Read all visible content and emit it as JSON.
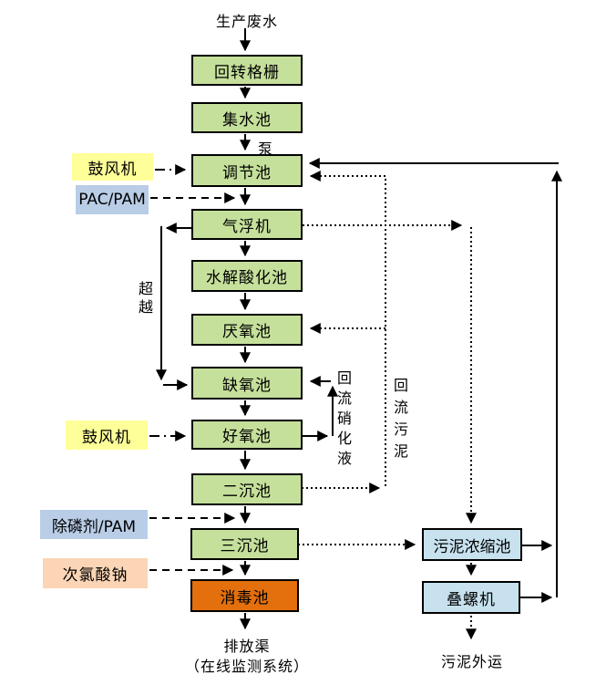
{
  "diagram": {
    "source_label": "生产废水",
    "pump_label": "泵",
    "nodes": {
      "rotary_screen": "回转格栅",
      "collection_tank": "集水池",
      "regulation_tank": "调节池",
      "air_flotation": "气浮机",
      "hydrolysis_tank": "水解酸化池",
      "anaerobic_tank": "厌氧池",
      "anoxic_tank": "缺氧池",
      "aerobic_tank": "好氧池",
      "secondary_sedimentation": "二沉池",
      "tertiary_sedimentation": "三沉池",
      "disinfection_tank": "消毒池",
      "sludge_thickening_tank": "污泥浓缩池",
      "screw_press": "叠螺机"
    },
    "chemicals": {
      "blower_top": "鼓风机",
      "pac_pam": "PAC/PAM",
      "blower_bottom": "鼓风机",
      "phosphorus_removal": "除磷剂/PAM",
      "sodium_hypochlorite": "次氯酸钠"
    },
    "edge_labels": {
      "bypass": "超越",
      "nitrified_return": "回流硝化液",
      "sludge_return": "回流污泥"
    },
    "outputs": {
      "discharge": "排放渠",
      "monitoring": "（在线监测系统）",
      "sludge_out": "污泥外运"
    },
    "colors": {
      "process_green": "#C5E09B",
      "disinfection_orange": "#E3700D",
      "blower_yellow": "#FFFF99",
      "chemical_blue": "#B9CDE6",
      "hypochlorite_peach": "#FBD5B5",
      "sludge_blue": "#C7E2EE",
      "line_black": "#000000"
    }
  }
}
